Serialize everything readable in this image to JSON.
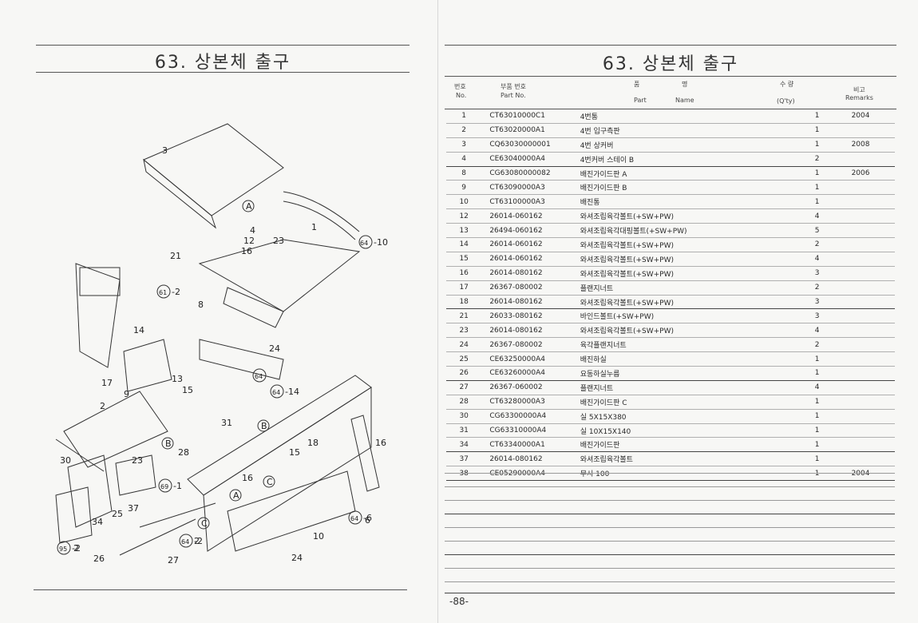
{
  "left": {
    "title": "63. 상본체 출구"
  },
  "right": {
    "title": "63. 상본체 출구",
    "header": {
      "no_kr": "번호",
      "no_en": "No.",
      "pn_kr": "부품 번호",
      "pn_en": "Part No.",
      "name_kr1": "품",
      "name_kr2": "명",
      "name_en1": "Part",
      "name_en2": "Name",
      "qty_kr": "수 량",
      "qty_en": "(Q'ty)",
      "rem_kr": "비고",
      "rem_en": "Remarks"
    },
    "rows": [
      {
        "no": "1",
        "pn": "CT63010000C1",
        "name": "4번통",
        "qty": "1",
        "rem": "2004"
      },
      {
        "no": "2",
        "pn": "CT63020000A1",
        "name": "4번 입구측판",
        "qty": "1",
        "rem": ""
      },
      {
        "no": "3",
        "pn": "CQ63030000001",
        "name": "4번 상커버",
        "qty": "1",
        "rem": "2008"
      },
      {
        "no": "4",
        "pn": "CE63040000A4",
        "name": "4번커버 스테이 B",
        "qty": "2",
        "rem": ""
      },
      {
        "no": "8",
        "pn": "CG63080000082",
        "name": "배진가이드판 A",
        "qty": "1",
        "rem": "2006"
      },
      {
        "no": "9",
        "pn": "CT63090000A3",
        "name": "배진가이드판 B",
        "qty": "1",
        "rem": ""
      },
      {
        "no": "10",
        "pn": "CT63100000A3",
        "name": "배진통",
        "qty": "1",
        "rem": ""
      },
      {
        "no": "12",
        "pn": "26014-060162",
        "name": "와셔조립육각볼트(+SW+PW)",
        "qty": "4",
        "rem": ""
      },
      {
        "no": "13",
        "pn": "26494-060162",
        "name": "와셔조립육각대핑볼트(+SW+PW)",
        "qty": "5",
        "rem": ""
      },
      {
        "no": "14",
        "pn": "26014-060162",
        "name": "와셔조립육각볼트(+SW+PW)",
        "qty": "2",
        "rem": ""
      },
      {
        "no": "15",
        "pn": "26014-060162",
        "name": "와셔조립육각볼트(+SW+PW)",
        "qty": "4",
        "rem": ""
      },
      {
        "no": "16",
        "pn": "26014-080162",
        "name": "와셔조립육각볼트(+SW+PW)",
        "qty": "3",
        "rem": ""
      },
      {
        "no": "17",
        "pn": "26367-080002",
        "name": "플랜지너트",
        "qty": "2",
        "rem": ""
      },
      {
        "no": "18",
        "pn": "26014-080162",
        "name": "와셔조립육각볼트(+SW+PW)",
        "qty": "3",
        "rem": ""
      },
      {
        "no": "21",
        "pn": "26033-080162",
        "name": "바인드볼트(+SW+PW)",
        "qty": "3",
        "rem": ""
      },
      {
        "no": "23",
        "pn": "26014-080162",
        "name": "와셔조립육각볼트(+SW+PW)",
        "qty": "4",
        "rem": ""
      },
      {
        "no": "24",
        "pn": "26367-080002",
        "name": "육각플랜지너트",
        "qty": "2",
        "rem": ""
      },
      {
        "no": "25",
        "pn": "CE63250000A4",
        "name": "배진하실",
        "qty": "1",
        "rem": ""
      },
      {
        "no": "26",
        "pn": "CE63260000A4",
        "name": "요동하실누름",
        "qty": "1",
        "rem": ""
      },
      {
        "no": "27",
        "pn": "26367-060002",
        "name": "플랜지너트",
        "qty": "4",
        "rem": ""
      },
      {
        "no": "28",
        "pn": "CT63280000A3",
        "name": "배진가이드판 C",
        "qty": "1",
        "rem": ""
      },
      {
        "no": "30",
        "pn": "CG63300000A4",
        "name": "실 5X15X380",
        "qty": "1",
        "rem": ""
      },
      {
        "no": "31",
        "pn": "CG63310000A4",
        "name": "실 10X15X140",
        "qty": "1",
        "rem": ""
      },
      {
        "no": "34",
        "pn": "CT63340000A1",
        "name": "배진가이드판",
        "qty": "1",
        "rem": ""
      },
      {
        "no": "37",
        "pn": "26014-080162",
        "name": "와셔조립육각볼트",
        "qty": "1",
        "rem": ""
      },
      {
        "no": "38",
        "pn": "CE05290000A4",
        "name": "무시 100",
        "qty": "1",
        "rem": "2004"
      }
    ],
    "page_number": "-88-"
  },
  "diagram": {
    "labels": [
      "3",
      "4",
      "12",
      "16",
      "23",
      "1",
      "21",
      "8",
      "14",
      "24",
      "13",
      "15",
      "17",
      "9",
      "2",
      "30",
      "23",
      "28",
      "31",
      "18",
      "16",
      "37",
      "25",
      "34",
      "26",
      "27",
      "10",
      "24",
      "15",
      "16",
      "6",
      "2",
      "2",
      "-10",
      "-2",
      "-14",
      "-6",
      "-1",
      "-2",
      "-2"
    ],
    "callout_letters": [
      "A",
      "B",
      "C",
      "A",
      "B",
      "C"
    ],
    "callout_numbers": [
      "64",
      "61",
      "64",
      "64",
      "69",
      "64",
      "64",
      "95"
    ]
  }
}
